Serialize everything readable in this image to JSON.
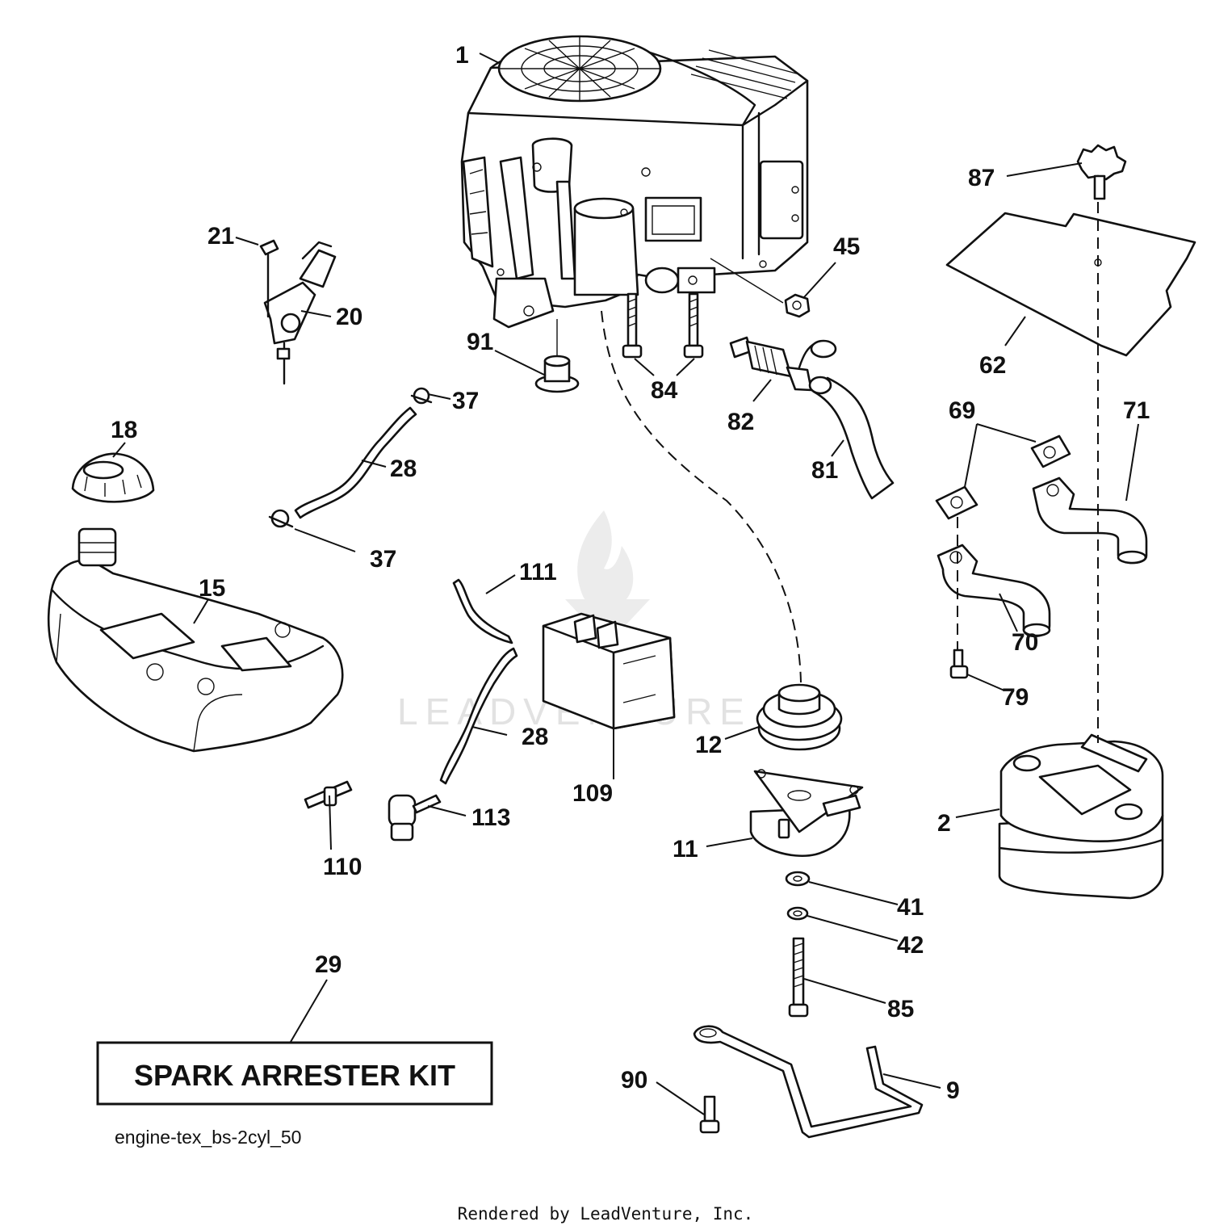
{
  "watermark": "LEADVENTURE",
  "kit_label": "SPARK ARRESTER KIT",
  "diagram_code": "engine-tex_bs-2cyl_50",
  "footer": "Rendered by LeadVenture, Inc.",
  "callouts": {
    "c1": "1",
    "c2": "2",
    "c9": "9",
    "c11": "11",
    "c12": "12",
    "c15": "15",
    "c18": "18",
    "c20": "20",
    "c21": "21",
    "c28a": "28",
    "c28b": "28",
    "c29": "29",
    "c37a": "37",
    "c37b": "37",
    "c41": "41",
    "c42": "42",
    "c45": "45",
    "c62": "62",
    "c69": "69",
    "c70": "70",
    "c71": "71",
    "c79": "79",
    "c81": "81",
    "c82": "82",
    "c84": "84",
    "c85": "85",
    "c87": "87",
    "c90": "90",
    "c91": "91",
    "c109": "109",
    "c110": "110",
    "c111": "111",
    "c113": "113"
  }
}
